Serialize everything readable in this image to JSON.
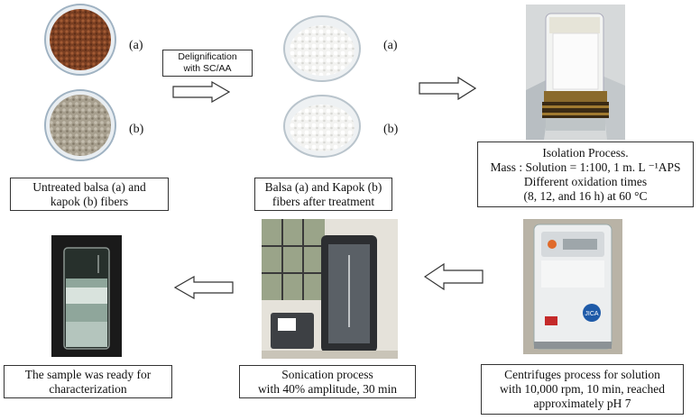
{
  "step_arrow_label": [
    "Delignification",
    "with SC/AA"
  ],
  "labels": {
    "a_left": "(a)",
    "b_left": "(b)",
    "a_mid": "(a)",
    "b_mid": "(b)"
  },
  "captions": {
    "untreated": [
      "Untreated balsa (a) and",
      "kapok (b) fibers"
    ],
    "treated": [
      "Balsa (a) and Kapok (b)",
      "fibers after treatment"
    ],
    "isolation": [
      "Isolation Process.",
      "Mass : Solution = 1:100, 1 m. L ⁻¹APS",
      "Different oxidation times",
      "(8, 12, and 16 h) at 60 °C"
    ],
    "centrifuge": [
      "Centrifuges process for solution",
      "with 10,000 rpm, 10 min, reached",
      "approximately pH 7"
    ],
    "sonication": [
      "Sonication process",
      "with 40% amplitude, 30 min"
    ],
    "ready": [
      "The sample was ready for",
      "characterization"
    ]
  },
  "photo_texts": {
    "centrifuge_brand": "JICA"
  },
  "icons": {
    "arrow_right": "block-arrow-right",
    "arrow_left": "block-arrow-left"
  },
  "colors": {
    "balsa_fiber": "#8a4a2a",
    "kapok_fiber": "#a39a88",
    "treated_fiber": "#f4f4f2",
    "dish_rim": "#9fb2c2"
  }
}
